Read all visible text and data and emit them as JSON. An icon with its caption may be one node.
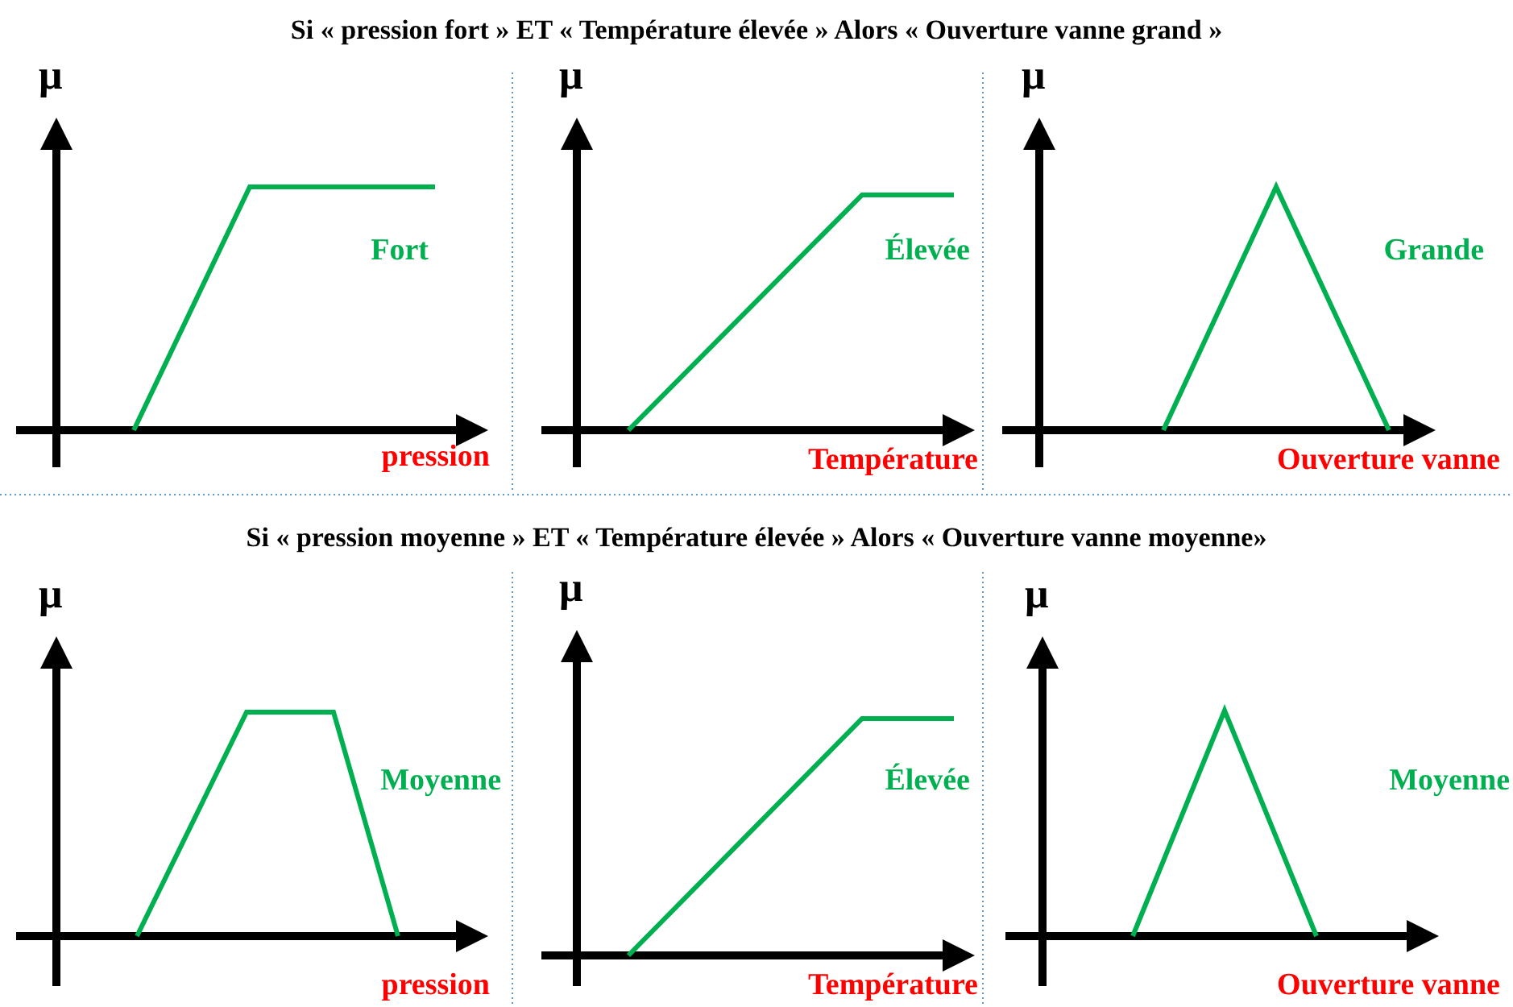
{
  "diagram": {
    "labels": [
      "Si « pression fort » ET « Température élevée » Alors « Ouverture vanne grand »",
      "μ",
      "Fort",
      "pression",
      "μ",
      "Élevée",
      "Température",
      "μ",
      "Grande",
      "Ouverture vanne",
      "Si « pression moyenne » ET « Température élevée » Alors « Ouverture vanne moyenne»",
      "μ",
      "Moyenne",
      "pression",
      "μ",
      "Élevée",
      "Température",
      "μ",
      "Moyenne",
      "Ouverture vanne"
    ]
  }
}
